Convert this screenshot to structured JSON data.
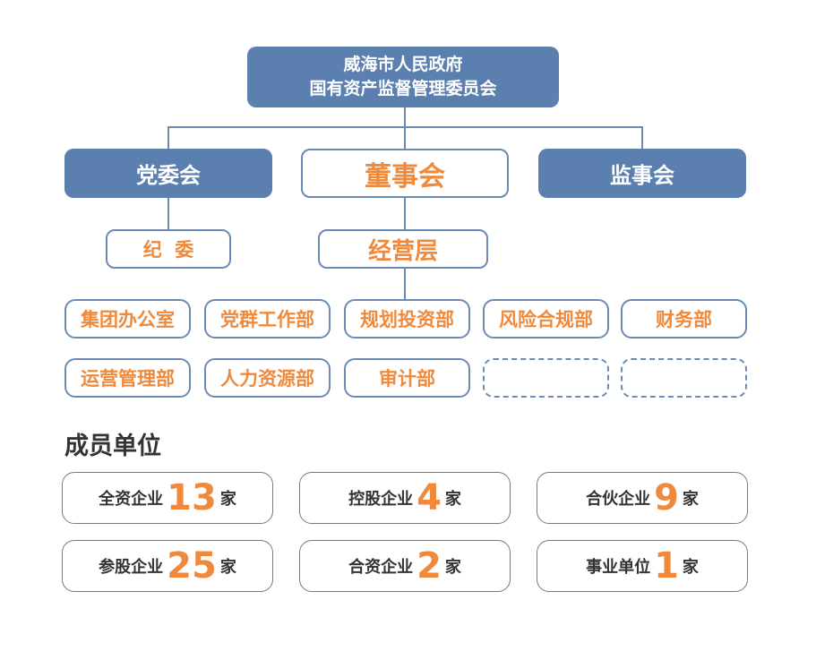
{
  "top": {
    "line1": "威海市人民政府",
    "line2": "国有资产监督管理委员会"
  },
  "level2": {
    "left": "党委会",
    "center": "董事会",
    "right": "监事会"
  },
  "level3": {
    "left": "纪  委",
    "center": "经营层"
  },
  "departments": [
    "集团办公室",
    "党群工作部",
    "规划投资部",
    "风险合规部",
    "财务部",
    "运营管理部",
    "人力资源部",
    "审计部"
  ],
  "members_title": "成员单位",
  "members": [
    {
      "label": "全资企业",
      "count": "13",
      "unit": "家"
    },
    {
      "label": "控股企业",
      "count": "4",
      "unit": "家"
    },
    {
      "label": "合伙企业",
      "count": "9",
      "unit": "家"
    },
    {
      "label": "参股企业",
      "count": "25",
      "unit": "家"
    },
    {
      "label": "合资企业",
      "count": "2",
      "unit": "家"
    },
    {
      "label": "事业单位",
      "count": "1",
      "unit": "家"
    }
  ],
  "colors": {
    "blue": "#5b7fae",
    "orange": "#ef8a3c",
    "line": "#6b8bb3"
  }
}
